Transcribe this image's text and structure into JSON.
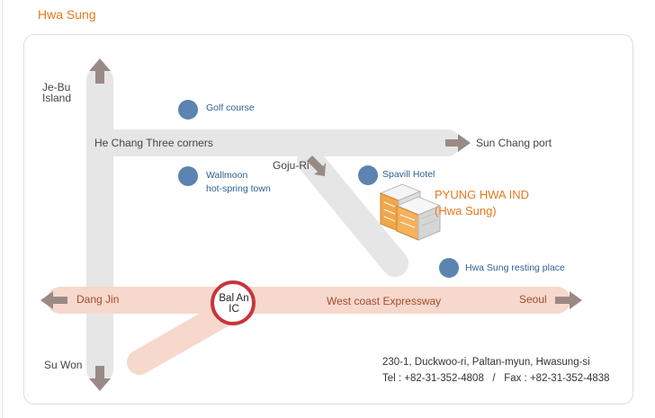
{
  "title": "Hwa Sung",
  "places": {
    "jebu": "Je-Bu Island",
    "hechang": "He Chang Three corners",
    "sunchang": "Sun Chang port",
    "goju": "Goju-Ri",
    "dangjin": "Dang Jin",
    "suwon": "Su Won",
    "seoul": "Seoul",
    "expressway": "West coast Expressway",
    "ic_line1": "Bal An",
    "ic_line2": "IC"
  },
  "landmarks": {
    "golf": "Golf course",
    "wallmoon_line1": "Wallmoon",
    "wallmoon_line2": "hot-spring town",
    "spavill": "Spavill Hotel",
    "resting": "Hwa Sung resting place"
  },
  "company": {
    "name": "PYUNG HWA IND",
    "branch": "(Hwa Sung)"
  },
  "contact": {
    "address": "230-1, Duckwoo-ri, Paltan-myun, Hwasung-si",
    "phones": "Tel : +82-31-352-4808   /   Fax : +82-31-352-4838"
  },
  "colors": {
    "accent": "#e8771e",
    "road_gray": "#e6e6e6",
    "expressway": "#f6d8cc",
    "arrow": "#9a8a86",
    "landmark_dot": "#5b84b1",
    "ic_ring": "#c8363a"
  }
}
